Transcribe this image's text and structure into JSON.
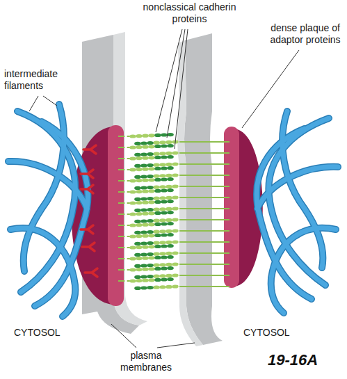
{
  "diagram": {
    "labels": [
      "nonclassical cadherin proteins",
      "intermediate filaments",
      "dense plaque of adaptor proteins",
      "CYTOSOL",
      "CYTOSOL",
      "plasma membranes",
      "19-16A"
    ]
  }
}
